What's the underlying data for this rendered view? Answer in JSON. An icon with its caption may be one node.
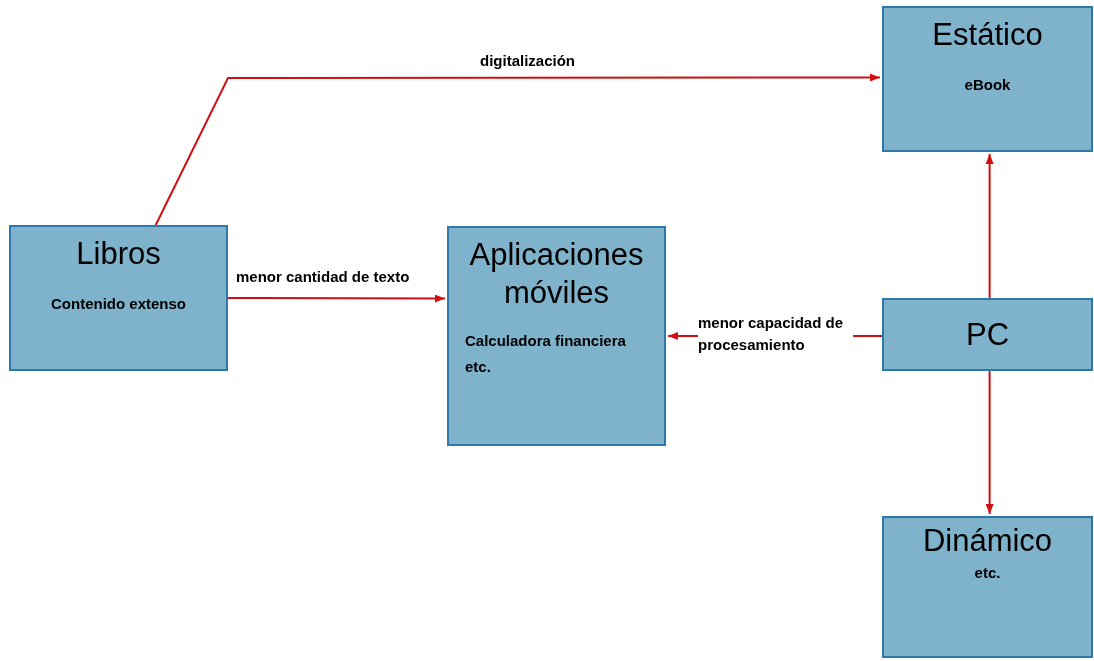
{
  "diagram": {
    "nodes": [
      {
        "text": [
          "Estático",
          "eBook"
        ]
      },
      {
        "text": [
          "Libros",
          "Contenido extenso"
        ]
      },
      {
        "text": [
          "Aplicaciones móviles",
          "Calculadora financiera",
          "etc."
        ]
      },
      {
        "text": [
          "PC"
        ]
      },
      {
        "text": [
          "Dinámico",
          "etc."
        ]
      }
    ],
    "edges": [
      {
        "from": 1,
        "to": 0,
        "arrow": "to",
        "label": "digitalización"
      },
      {
        "from": 1,
        "to": 2,
        "arrow": "to",
        "label": "menor cantidad de texto"
      },
      {
        "from": 3,
        "to": 2,
        "arrow": "to",
        "label": "menor capacidad de procesamiento"
      },
      {
        "from": 3,
        "to": 0,
        "arrow": "to"
      },
      {
        "from": 3,
        "to": 4,
        "arrow": "to"
      }
    ]
  }
}
